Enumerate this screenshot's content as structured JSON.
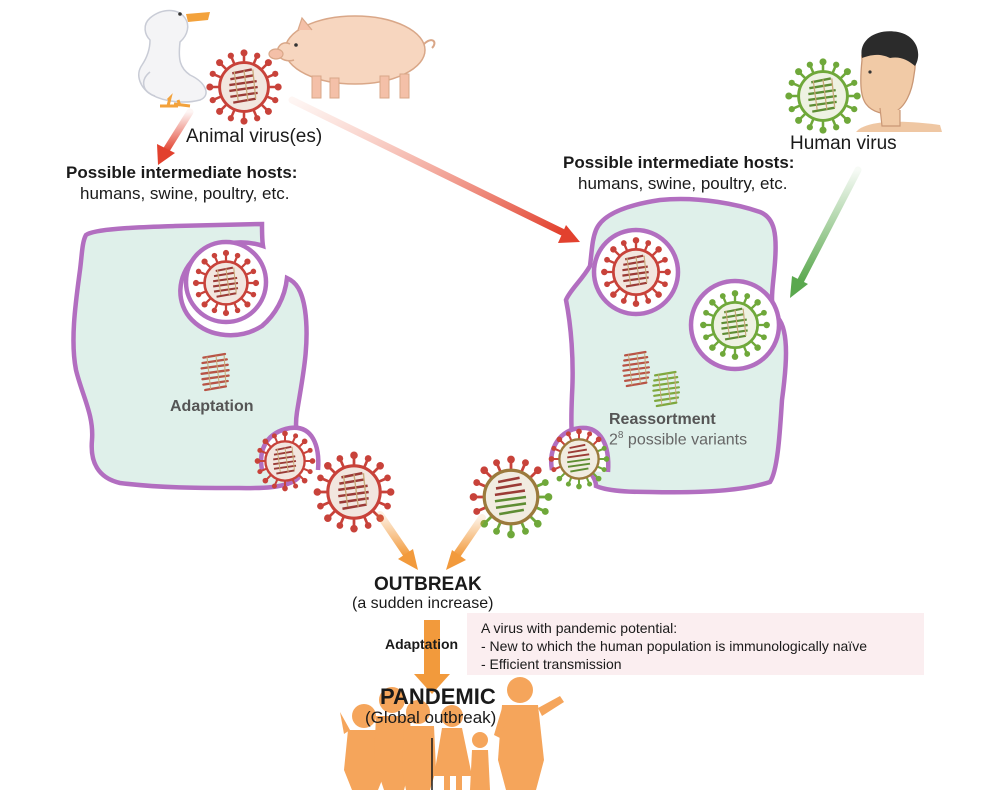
{
  "labels": {
    "animal_virus": "Animal virus(es)",
    "human_virus": "Human virus",
    "left_hosts_title": "Possible intermediate hosts:",
    "left_hosts_list": "humans, swine, poultry, etc.",
    "right_hosts_title": "Possible intermediate hosts:",
    "right_hosts_list": "humans, swine, poultry, etc.",
    "adaptation_cell": "Adaptation",
    "reassortment": "Reassortment",
    "variants_base": "2",
    "variants_exp": "8",
    "variants_text": " possible variants",
    "outbreak": "OUTBREAK",
    "outbreak_sub": "(a sudden increase)",
    "adaptation_step": "Adaptation",
    "potential_title": "A virus with pandemic potential:",
    "potential_item1": "- New to which the human population is immunologically naïve",
    "potential_item2": "- Efficient transmission",
    "pandemic": "PANDEMIC",
    "pandemic_sub": "(Global outbreak)"
  },
  "colors": {
    "cell_fill": "#dff0ea",
    "cell_border": "#b26ec0",
    "animal_virus": "#c8423a",
    "human_virus": "#6fa83a",
    "arrow_red": "#e2412e",
    "arrow_green": "#5aa84e",
    "arrow_orange": "#f29a3c",
    "people": "#f5a55b",
    "potential_box": "#fbeef0"
  },
  "icons": [
    "goose-icon",
    "pig-icon",
    "human-head-icon",
    "crowd-icon",
    "virus-icon"
  ]
}
